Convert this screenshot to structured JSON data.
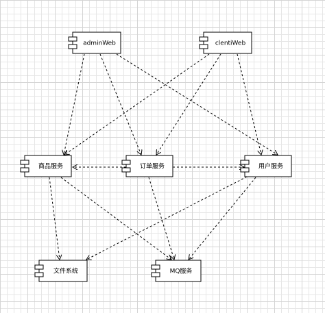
{
  "diagram": {
    "type": "uml-component",
    "colors": {
      "stroke": "#000000",
      "fill": "#ffffff",
      "grid": "#e6e6e6"
    },
    "nodes": [
      {
        "id": "adminweb",
        "label": "adminWeb"
      },
      {
        "id": "clentiweb",
        "label": "clentiWeb"
      },
      {
        "id": "product",
        "label": "商品服务"
      },
      {
        "id": "order",
        "label": "订单服务"
      },
      {
        "id": "user",
        "label": "用户服务"
      },
      {
        "id": "file",
        "label": "文件系统"
      },
      {
        "id": "mq",
        "label": "MQ服务"
      }
    ],
    "edges": [
      {
        "from": "adminweb",
        "to": "product",
        "style": "dashed-arrow"
      },
      {
        "from": "adminweb",
        "to": "order",
        "style": "dashed-arrow"
      },
      {
        "from": "adminweb",
        "to": "user",
        "style": "dashed-arrow"
      },
      {
        "from": "clentiweb",
        "to": "product",
        "style": "dashed-arrow"
      },
      {
        "from": "clentiweb",
        "to": "order",
        "style": "dashed-arrow"
      },
      {
        "from": "clentiweb",
        "to": "user",
        "style": "dashed-arrow"
      },
      {
        "from": "order",
        "to": "product",
        "style": "dashed-arrow"
      },
      {
        "from": "order",
        "to": "user",
        "style": "dashed-arrow"
      },
      {
        "from": "order",
        "to": "mq",
        "style": "dashed-arrow"
      },
      {
        "from": "product",
        "to": "file",
        "style": "dashed-arrow"
      },
      {
        "from": "product",
        "to": "mq",
        "style": "dashed-arrow"
      },
      {
        "from": "user",
        "to": "file",
        "style": "dashed-arrow"
      },
      {
        "from": "user",
        "to": "mq",
        "style": "dashed-arrow"
      }
    ]
  }
}
